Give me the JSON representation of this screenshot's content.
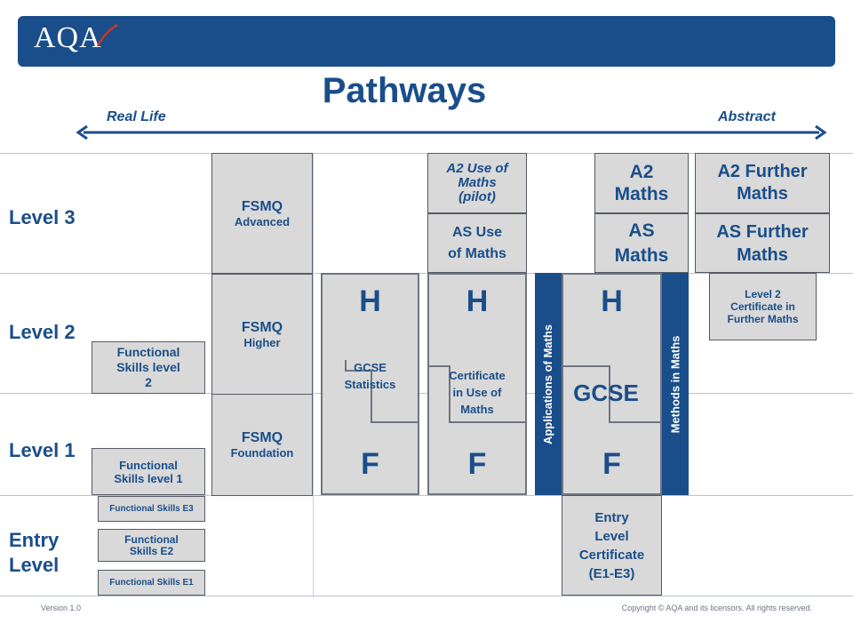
{
  "header": {
    "logo": "AQA"
  },
  "title": "Pathways",
  "axis": {
    "left": "Real Life",
    "right": "Abstract"
  },
  "levels": {
    "level3": "Level 3",
    "level2": "Level 2",
    "level1": "Level 1",
    "entry_line1": "Entry",
    "entry_line2": "Level"
  },
  "fsmq": {
    "advanced": {
      "title": "FSMQ",
      "sub": "Advanced"
    },
    "higher": {
      "title": "FSMQ",
      "sub": "Higher"
    },
    "foundation": {
      "title": "FSMQ",
      "sub": "Foundation"
    }
  },
  "functional": {
    "level2": [
      "Functional",
      "Skills level",
      "2"
    ],
    "level1": [
      "Functional",
      "Skills level 1"
    ],
    "e3": "Functional Skills E3",
    "e2": [
      "Functional",
      "Skills E2"
    ],
    "e1": "Functional Skills E1"
  },
  "gcse_stats": {
    "h": "H",
    "label": [
      "GCSE",
      "Statistics"
    ],
    "f": "F"
  },
  "use_of_maths": {
    "a2": [
      "A2 Use of",
      "Maths",
      "(pilot)"
    ],
    "as": [
      "AS Use",
      "of Maths"
    ],
    "h": "H",
    "label": [
      "Certificate",
      "in Use of",
      "Maths"
    ],
    "f": "F"
  },
  "gcse_main": {
    "h": "H",
    "label": "GCSE",
    "f": "F",
    "left_bar": "Applications of Maths",
    "right_bar": "Methods in Maths"
  },
  "maths": {
    "a2": [
      "A2",
      "Maths"
    ],
    "as": [
      "AS",
      "Maths"
    ]
  },
  "further": {
    "a2": [
      "A2 Further",
      "Maths"
    ],
    "as": [
      "AS Further",
      "Maths"
    ],
    "level2": [
      "Level 2",
      "Certificate in",
      "Further Maths"
    ]
  },
  "entry_cert": [
    "Entry",
    "Level",
    "Certificate",
    "(E1-E3)"
  ],
  "footer": {
    "version": "Version 1.0",
    "copyright": "Copyright © AQA and its licensors. All rights reserved."
  },
  "colors": {
    "brand_blue": "#1a4e8a",
    "box_grey": "#d9d9d9"
  }
}
